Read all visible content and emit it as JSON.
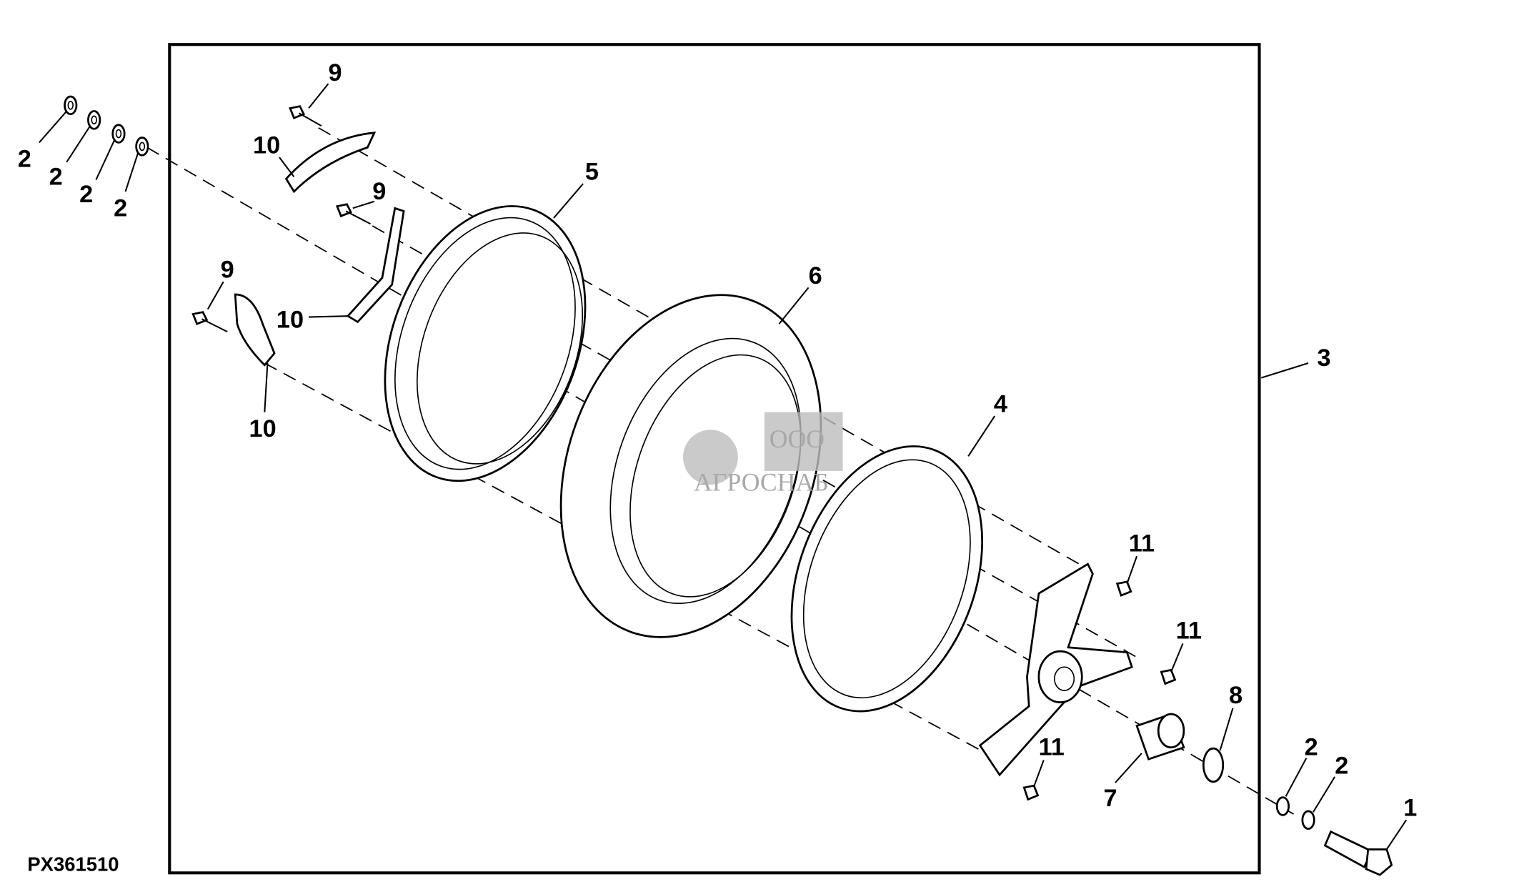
{
  "diagram_code": "PX361510",
  "callouts": {
    "c1": "1",
    "c2a": "2",
    "c2b": "2",
    "c2c": "2",
    "c2d": "2",
    "c2e": "2",
    "c2f": "2",
    "c3": "3",
    "c4": "4",
    "c5": "5",
    "c6": "6",
    "c7": "7",
    "c8": "8",
    "c9a": "9",
    "c9b": "9",
    "c9c": "9",
    "c10a": "10",
    "c10b": "10",
    "c10c": "10",
    "c11a": "11",
    "c11b": "11",
    "c11c": "11"
  },
  "watermark": {
    "prefix": "ООО",
    "name": "АГРОСНАБ"
  }
}
